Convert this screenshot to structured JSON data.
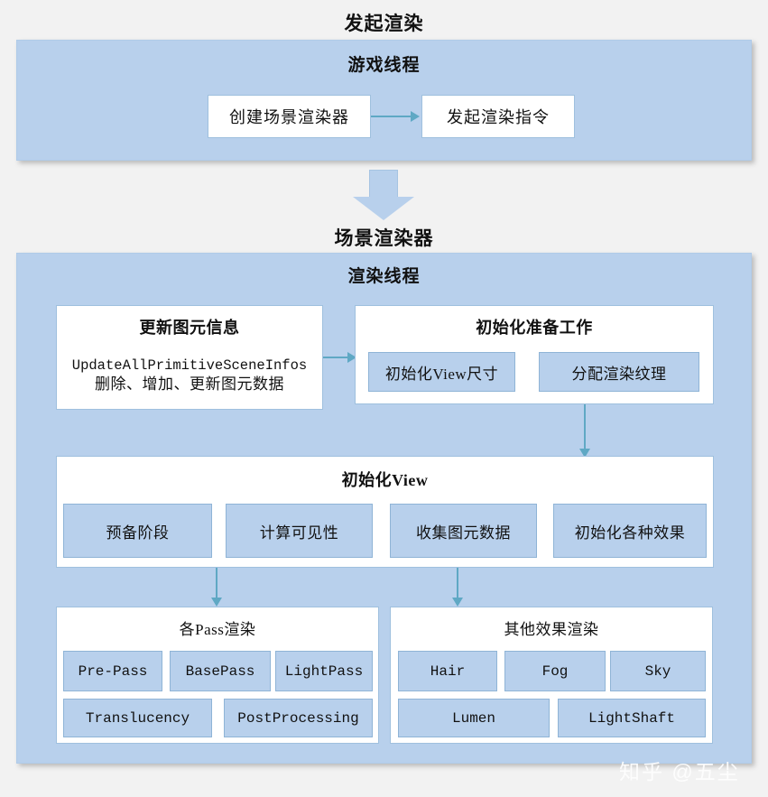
{
  "sections": [
    {
      "title": "发起渲染",
      "panel_title": "游戏线程"
    },
    {
      "title": "场景渲染器",
      "panel_title": "渲染线程"
    }
  ],
  "game_thread": {
    "nodes": [
      {
        "label": "创建场景渲染器"
      },
      {
        "label": "发起渲染指令"
      }
    ]
  },
  "render_thread": {
    "update_primitive": {
      "title": "更新图元信息",
      "code_line": "UpdateAllPrimitiveSceneInfos",
      "desc_line": "删除、增加、更新图元数据"
    },
    "init_prepare": {
      "title": "初始化准备工作",
      "chips": [
        {
          "label": "初始化View尺寸"
        },
        {
          "label": "分配渲染纹理"
        }
      ]
    },
    "init_view": {
      "title": "初始化View",
      "chips": [
        {
          "label": "预备阶段"
        },
        {
          "label": "计算可见性"
        },
        {
          "label": "收集图元数据"
        },
        {
          "label": "初始化各种效果"
        }
      ]
    },
    "pass_render": {
      "title": "各Pass渲染",
      "row1": [
        {
          "label": "Pre-Pass"
        },
        {
          "label": "BasePass"
        },
        {
          "label": "LightPass"
        }
      ],
      "row2": [
        {
          "label": "Translucency"
        },
        {
          "label": "PostProcessing"
        }
      ]
    },
    "effect_render": {
      "title": "其他效果渲染",
      "row1": [
        {
          "label": "Hair"
        },
        {
          "label": "Fog"
        },
        {
          "label": "Sky"
        }
      ],
      "row2": [
        {
          "label": "Lumen"
        },
        {
          "label": "LightShaft"
        }
      ]
    }
  },
  "watermark": {
    "text": "知乎 @五尘"
  },
  "colors": {
    "background": "#f2f2f2",
    "panel_fill": "#b8d0ec",
    "chip_fill": "#b8d0ec",
    "chip_border": "#8fb4d6",
    "white_box": "#ffffff",
    "white_box_border": "#9fc0de",
    "connector": "#5fa8c4",
    "text": "#111111"
  }
}
